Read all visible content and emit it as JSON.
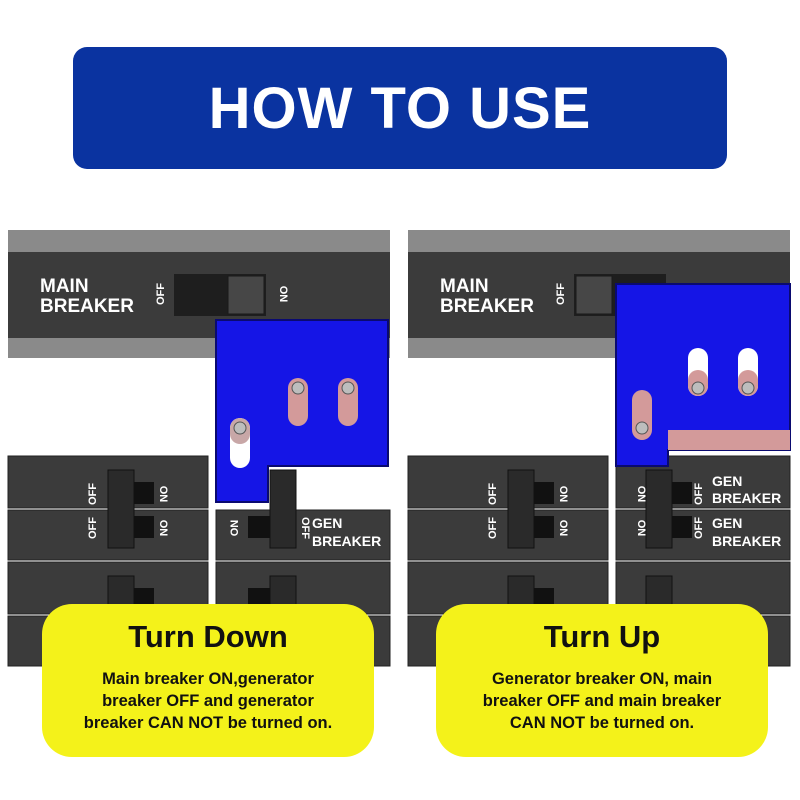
{
  "banner": {
    "title": "HOW TO USE"
  },
  "colors": {
    "banner": "#0a33a0",
    "lock_plate": "#1515e6",
    "callout": "#f4f21a",
    "panel": "#3b3b3b"
  },
  "labels": {
    "main_breaker_1": "MAIN",
    "main_breaker_2": "BREAKER",
    "off": "OFF",
    "on": "ON",
    "gen_1": "GEN",
    "gen_2": "BREAKER"
  },
  "left_callout": {
    "title": "Turn Down",
    "line1": "Main breaker ON,generator",
    "line2": "breaker OFF and generator",
    "line3": "breaker CAN NOT be turned on."
  },
  "right_callout": {
    "title": "Turn Up",
    "line1": "Generator breaker ON, main",
    "line2": "breaker OFF and main breaker",
    "line3": "CAN NOT be turned on."
  }
}
